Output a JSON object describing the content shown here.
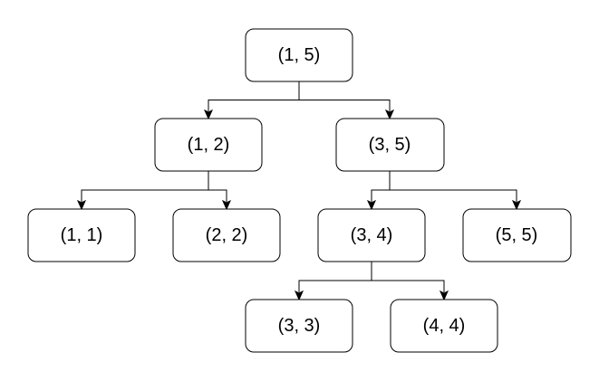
{
  "tree": {
    "nodes": [
      {
        "id": "n15",
        "label": "(1, 5)"
      },
      {
        "id": "n12",
        "label": "(1, 2)"
      },
      {
        "id": "n35",
        "label": "(3, 5)"
      },
      {
        "id": "n11",
        "label": "(1, 1)"
      },
      {
        "id": "n22",
        "label": "(2, 2)"
      },
      {
        "id": "n34",
        "label": "(3, 4)"
      },
      {
        "id": "n55",
        "label": "(5, 5)"
      },
      {
        "id": "n33",
        "label": "(3, 3)"
      },
      {
        "id": "n44",
        "label": "(4, 4)"
      }
    ],
    "edges": [
      {
        "from": "n15",
        "to": "n12"
      },
      {
        "from": "n15",
        "to": "n35"
      },
      {
        "from": "n12",
        "to": "n11"
      },
      {
        "from": "n12",
        "to": "n22"
      },
      {
        "from": "n35",
        "to": "n34"
      },
      {
        "from": "n35",
        "to": "n55"
      },
      {
        "from": "n34",
        "to": "n33"
      },
      {
        "from": "n34",
        "to": "n44"
      }
    ]
  }
}
